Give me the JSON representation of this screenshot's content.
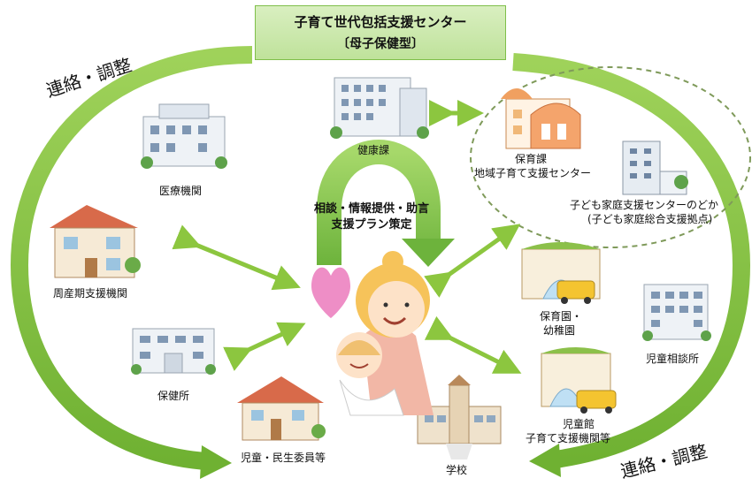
{
  "title": {
    "line1": "子育て世代包括支援センター",
    "line2": "〔母子保健型〕"
  },
  "coordination": {
    "top_left": "連絡・調整",
    "bottom_right": "連絡・調整"
  },
  "center": {
    "line1": "相談・情報提供・助言",
    "line2": "支援プラン策定"
  },
  "nodes": {
    "health_dept": "健康課",
    "childcare_dept": "保育課",
    "regional_center": "地域子育て支援センター",
    "family_center_line1": "子ども家庭支援センターのどか",
    "family_center_line2": "(子ども家庭総合支援拠点)",
    "medical": "医療機関",
    "perinatal": "周産期支援機関",
    "health_center": "保健所",
    "welfare_commissioner": "児童・民生委員等",
    "school": "学校",
    "nursery_line1": "保育園・",
    "nursery_line2": "幼稚園",
    "child_consult": "児童相談所",
    "children_hall_line1": "児童館",
    "children_hall_line2": "子育て支援機関等"
  },
  "colors": {
    "green_light": "#b8dc7a",
    "green_dark": "#7cbc3c",
    "arrow": "#8cc63f"
  }
}
